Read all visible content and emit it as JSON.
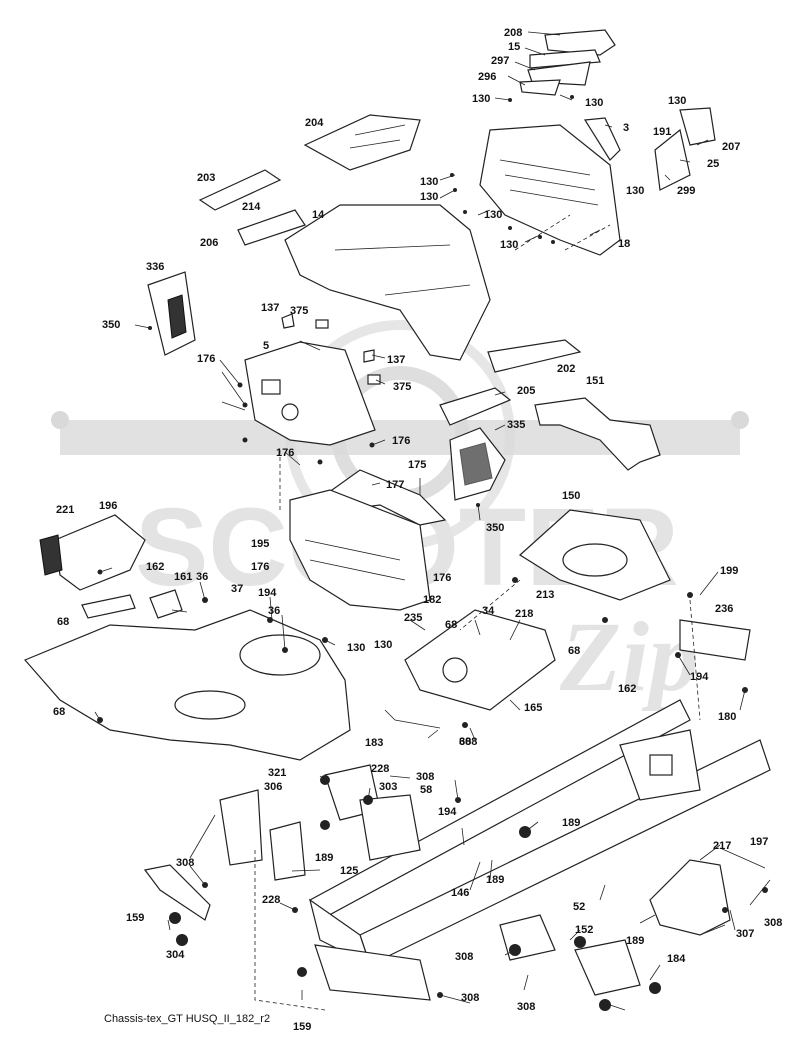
{
  "caption": "Chassis-tex_GT HUSQ_II_182_r2",
  "watermark": {
    "text": "SCOOTER",
    "script": "Zip"
  },
  "labels": [
    "208",
    "15",
    "297",
    "296",
    "130",
    "130",
    "3",
    "130",
    "191",
    "207",
    "25",
    "130",
    "299",
    "204",
    "203",
    "214",
    "14",
    "130",
    "130",
    "130",
    "130",
    "18",
    "206",
    "336",
    "350",
    "137",
    "375",
    "202",
    "5",
    "176",
    "137",
    "375",
    "205",
    "151",
    "176",
    "176",
    "335",
    "175",
    "177",
    "150",
    "221",
    "196",
    "350",
    "195",
    "162",
    "176",
    "176",
    "182",
    "161",
    "36",
    "37",
    "194",
    "36",
    "130",
    "213",
    "199",
    "68",
    "235",
    "34",
    "218",
    "236",
    "68",
    "194",
    "130",
    "68",
    "180",
    "162",
    "68",
    "165",
    "183",
    "68",
    "308",
    "321",
    "228",
    "308",
    "303",
    "58",
    "306",
    "194",
    "189",
    "308",
    "189",
    "125",
    "146",
    "189",
    "217",
    "197",
    "159",
    "228",
    "52",
    "308",
    "304",
    "308",
    "152",
    "189",
    "307",
    "184",
    "159",
    "308",
    "308"
  ],
  "colors": {
    "line": "#222222",
    "watermark": "#d9d9d9",
    "background": "#ffffff"
  }
}
